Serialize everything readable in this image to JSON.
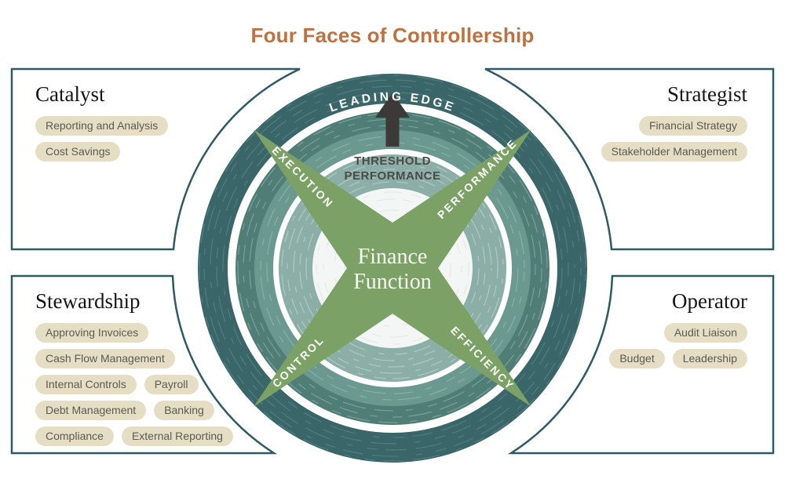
{
  "title": "Four Faces of Controllership",
  "quadrants": {
    "catalyst": {
      "heading": "Catalyst",
      "tag_rows": [
        [
          "Reporting and Analysis"
        ],
        [
          "Cost Savings"
        ]
      ]
    },
    "strategist": {
      "heading": "Strategist",
      "tag_rows": [
        [
          "Financial Strategy"
        ],
        [
          "Stakeholder Management"
        ]
      ]
    },
    "stewardship": {
      "heading": "Stewardship",
      "tag_rows": [
        [
          "Approving Invoices"
        ],
        [
          "Cash Flow Management"
        ],
        [
          "Internal Controls",
          "Payroll"
        ],
        [
          "Debt Management",
          "Banking"
        ],
        [
          "Compliance",
          "External Reporting"
        ]
      ]
    },
    "operator": {
      "heading": "Operator",
      "tag_rows": [
        [
          "Audit Liaison"
        ],
        [
          "Budget",
          "Leadership"
        ]
      ]
    }
  },
  "center": {
    "outer_label": "LEADING EDGE",
    "threshold_line1": "THRESHOLD",
    "threshold_line2": "PERFORMANCE",
    "label_line1": "Finance",
    "label_line2": "Function",
    "arms": {
      "top_left": "EXECUTION",
      "top_right": "PERFORMANCE",
      "bottom_left": "CONTROL",
      "bottom_right": "EFFICIENCY"
    }
  },
  "colors": {
    "title_accent": "#BF7140",
    "box_border_teal": "#2E5A66",
    "ring_dark": "#3A6669",
    "ring_mid": "#507E77",
    "ring_mid_inner": "#6C998F",
    "ring_light": "#8BAEA6",
    "inner_disc": "#F3F6F4",
    "star_green": "#7CA166",
    "pill_bg": "#E5DEC5",
    "pill_text": "#5B5B52",
    "arrow_dark": "#3C3A38"
  }
}
